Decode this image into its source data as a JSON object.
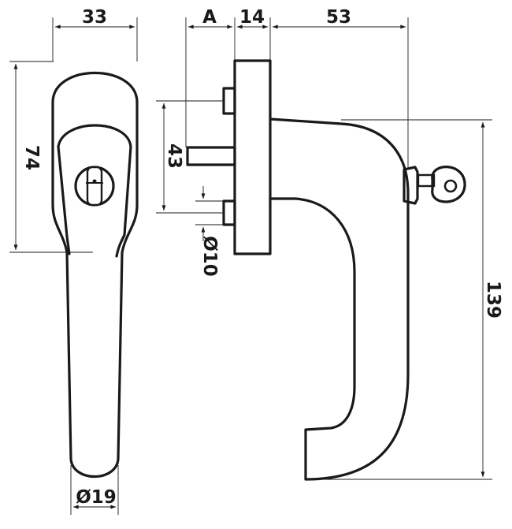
{
  "drawing": {
    "stroke_color": "#1a1a1a",
    "dimensions": {
      "top_width": "33",
      "axis_offset": "A",
      "base_depth": "14",
      "handle_projection": "53",
      "rosette_height": "74",
      "spindle_spacing": "43",
      "spindle_diameter": "Ø10",
      "handle_length": "139",
      "grip_diameter": "Ø19"
    }
  }
}
